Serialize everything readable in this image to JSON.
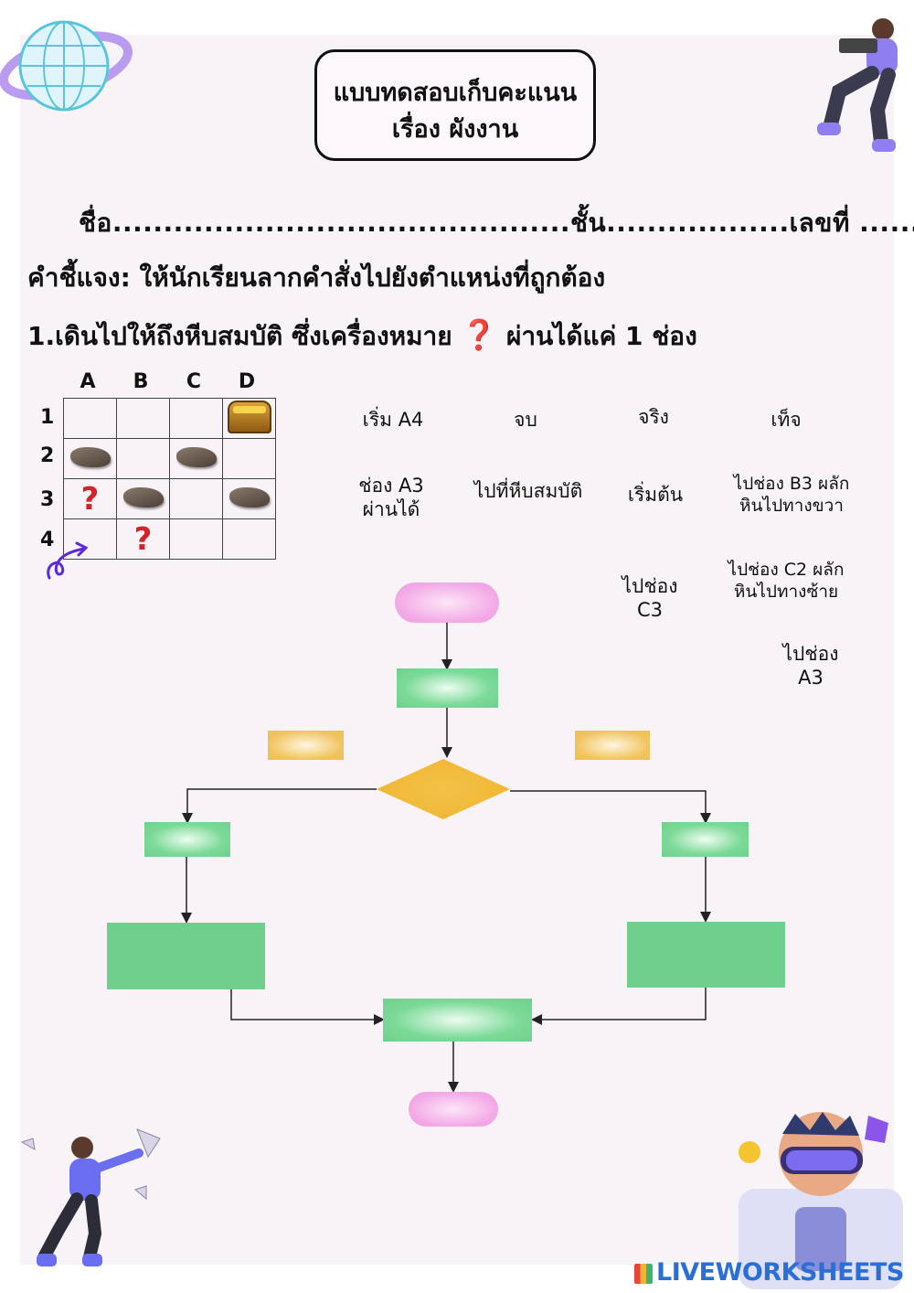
{
  "header": {
    "title_line1": "แบบทดสอบเก็บคะแนน",
    "title_line2": "เรื่อง ผังงาน"
  },
  "form": {
    "name_line": "ชื่อ.............................................ชั้น..................เลขที่ ......."
  },
  "instruction": "คำชี้แจง: ให้นักเรียนลากคำสั่งไปยังตำแหน่งที่ถูกต้อง",
  "question1": {
    "text_before": "1.เดินไปให้ถึงหีบสมบัติ ซึ่งเครื่องหมาย",
    "question_mark": "❓",
    "text_after": "ผ่านได้แค่ 1 ช่อง"
  },
  "grid": {
    "columns": [
      "A",
      "B",
      "C",
      "D"
    ],
    "rows": [
      "1",
      "2",
      "3",
      "4"
    ],
    "cells": [
      [
        "",
        "",
        "",
        "treasure-chest"
      ],
      [
        "rock",
        "",
        "rock",
        ""
      ],
      [
        "question-mark",
        "rock",
        "",
        "rock"
      ],
      [
        "start-arrow",
        "question-mark",
        "",
        ""
      ]
    ],
    "question_mark_glyph": "?"
  },
  "options": [
    {
      "id": "start-a4",
      "text": "เริ่ม A4"
    },
    {
      "id": "end",
      "text": "จบ"
    },
    {
      "id": "true",
      "text": "จริง"
    },
    {
      "id": "false",
      "text": "เท็จ"
    },
    {
      "id": "a3-pass-line1",
      "text": "ช่อง A3"
    },
    {
      "id": "a3-pass-line2",
      "text": "ผ่านได้"
    },
    {
      "id": "goto-treasure",
      "text": "ไปที่หีบสมบัติ"
    },
    {
      "id": "begin",
      "text": "เริ่มต้น"
    },
    {
      "id": "b3-push-line1",
      "text": "ไปช่อง B3 ผลัก"
    },
    {
      "id": "b3-push-line2",
      "text": "หินไปทางขวา"
    },
    {
      "id": "c3-line1",
      "text": "ไปช่อง"
    },
    {
      "id": "c3-line2",
      "text": "C3"
    },
    {
      "id": "c2-push-line1",
      "text": "ไปช่อง C2 ผลัก"
    },
    {
      "id": "c2-push-line2",
      "text": "หินไปทางซ้าย"
    },
    {
      "id": "a3-line1",
      "text": "ไปช่อง"
    },
    {
      "id": "a3-line2",
      "text": "A3"
    }
  ],
  "colors": {
    "terminator": "#efa0e3",
    "process": "#6fd08e",
    "decision": "#f0b934",
    "label_slot": "#ecbf56",
    "question_red": "#d3232a"
  },
  "footer": {
    "brand": "LIVEWORKSHEETS"
  }
}
